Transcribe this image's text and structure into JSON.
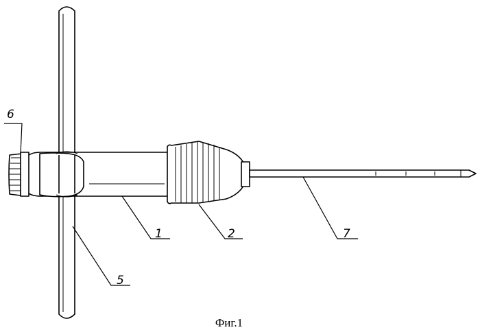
{
  "figure": {
    "caption": "Фиг.1",
    "labels": {
      "handle": "1",
      "chuck": "2",
      "crossbar": "5",
      "knob": "6",
      "needle": "7"
    },
    "colors": {
      "line": "#000000",
      "background": "#ffffff"
    }
  }
}
